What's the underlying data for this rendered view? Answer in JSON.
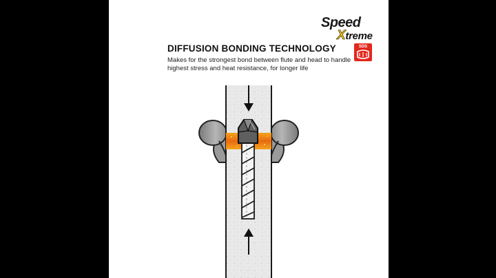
{
  "brand": {
    "line1": "Speed",
    "line2_first": "X",
    "line2_rest": "treme",
    "badge_label": "SDS"
  },
  "heading": {
    "title": "DIFFUSION BONDING TECHNOLOGY",
    "description": "Makes for the strongest bond between flute and head to handle highest stress and heat resistance, for longer life"
  },
  "colors": {
    "background": "#000000",
    "panel": "#ffffff",
    "accent_yellow": "#f2c400",
    "badge_red": "#e2281e",
    "heat_orange": "#f07a12",
    "clamp_gray": "#9a9a9a"
  },
  "icons": {
    "compression_arrow_top": "arrow-down-icon",
    "compression_arrow_bottom": "arrow-up-icon"
  }
}
